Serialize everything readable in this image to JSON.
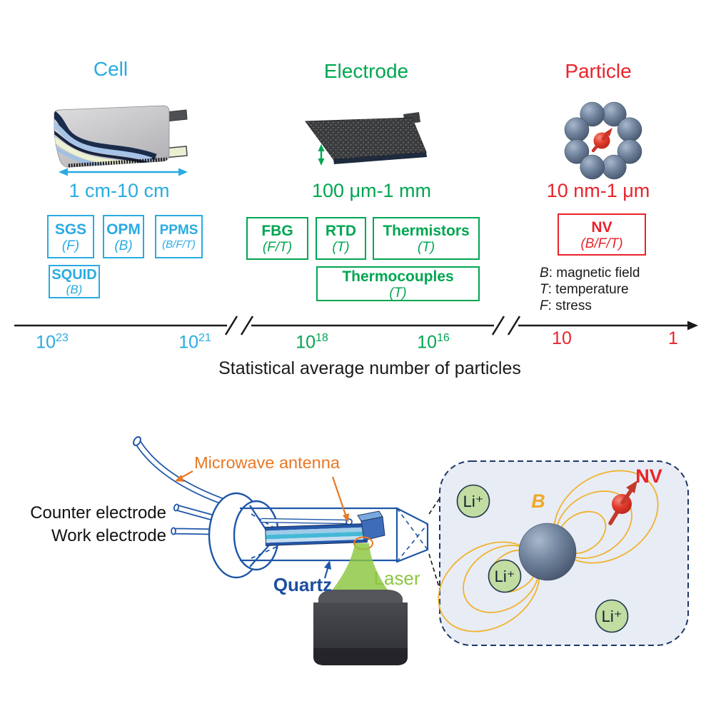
{
  "sections": {
    "cell": {
      "title": "Cell",
      "size_range": "1 cm-10 cm",
      "color": "#29ABE2",
      "sensors": [
        {
          "name": "SGS",
          "params": "(F)"
        },
        {
          "name": "OPM",
          "params": "(B)"
        },
        {
          "name": "PPMS",
          "params": "(B/F/T)"
        },
        {
          "name": "SQUID",
          "params": "(B)"
        }
      ]
    },
    "electrode": {
      "title": "Electrode",
      "size_range": "100 μm-1 mm",
      "color": "#00A651",
      "sensors": [
        {
          "name": "FBG",
          "params": "(F/T)"
        },
        {
          "name": "RTD",
          "params": "(T)"
        },
        {
          "name": "Thermistors",
          "params": "(T)"
        },
        {
          "name": "Thermocouples",
          "params": "(T)"
        }
      ]
    },
    "particle": {
      "title": "Particle",
      "size_range": "10 nm-1 μm",
      "color": "#E8242C",
      "sensors": [
        {
          "name": "NV",
          "params": "(B/F/T)"
        }
      ]
    }
  },
  "legend": [
    {
      "symbol": "B",
      "text": ": magnetic field"
    },
    {
      "symbol": "T",
      "text": ": temperature"
    },
    {
      "symbol": "F",
      "text": ": stress"
    }
  ],
  "axis": {
    "title": "Statistical average number of particles",
    "ticks": [
      {
        "base": "10",
        "exp": "23",
        "color": "#29ABE2"
      },
      {
        "base": "10",
        "exp": "21",
        "color": "#29ABE2"
      },
      {
        "base": "10",
        "exp": "18",
        "color": "#00A651"
      },
      {
        "base": "10",
        "exp": "16",
        "color": "#00A651"
      },
      {
        "base": "10",
        "exp": "",
        "color": "#E8242C"
      },
      {
        "base": "1",
        "exp": "",
        "color": "#E8242C"
      }
    ]
  },
  "apparatus": {
    "labels": {
      "microwave_antenna": "Microwave antenna",
      "counter_electrode": "Counter electrode",
      "work_electrode": "Work electrode",
      "quartz": "Quartz",
      "laser": "Laser"
    },
    "inset": {
      "b_field": "B",
      "nv": "NV",
      "ion": "Li⁺"
    },
    "colors": {
      "outline_blue": "#1E56A8",
      "orange": "#E87824",
      "laser_green": "#8CC63F",
      "field_yellow": "#F0B32E",
      "inset_bg": "#E8ECF5"
    }
  }
}
